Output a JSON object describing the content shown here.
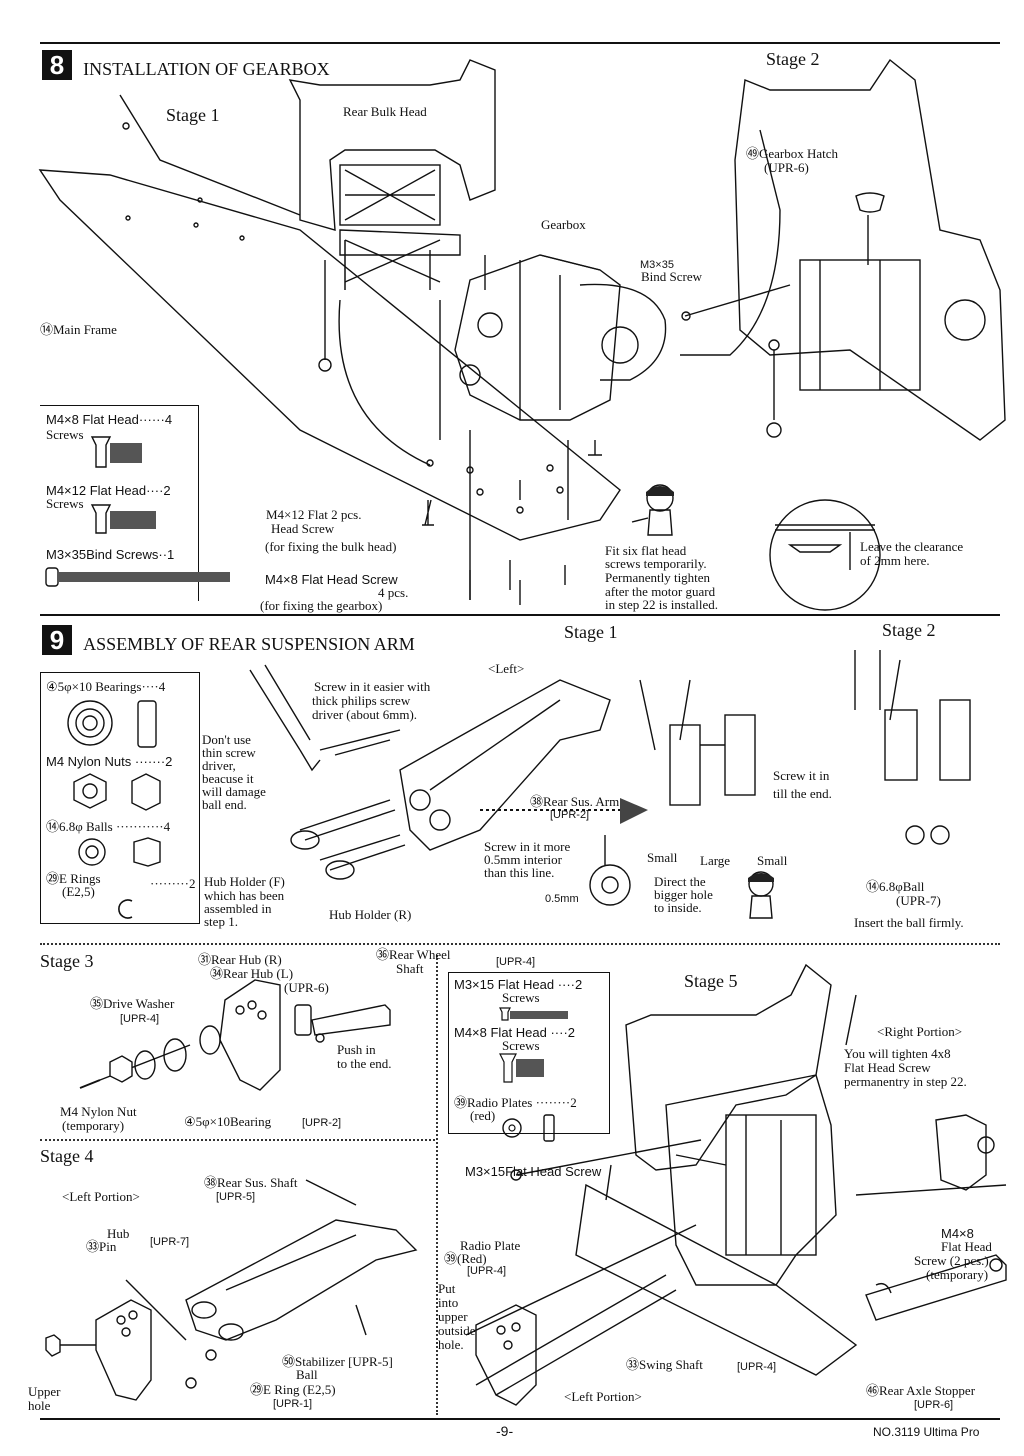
{
  "section8": {
    "number": "8",
    "title": "INSTALLATION OF GEARBOX",
    "stage1": "Stage 1",
    "stage2": "Stage 2",
    "rear_bulk_head": "Rear Bulk Head",
    "gearbox": "Gearbox",
    "main_frame": "⑭Main Frame",
    "gearbox_hatch": "㊾Gearbox Hatch",
    "gearbox_hatch_code": "(UPR-6)",
    "m3x35_bind_screw_l1": "M3×35",
    "m3x35_bind_screw_l2": "Bind Screw",
    "parts_box": {
      "p1_name": "M4×8 Flat Head······4",
      "p1_name2": "Screws",
      "p2_name": "M4×12 Flat Head····2",
      "p2_name2": "Screws",
      "p3_name": "M3×35Bind Screws··1"
    },
    "m4x12_l1": "M4×12 Flat  2 pcs.",
    "m4x12_l2": "Head Screw",
    "m4x12_l3": "(for fixing the bulk head)",
    "m4x8_l1": "M4×8 Flat Head Screw",
    "m4x8_l2": "4 pcs.",
    "m4x8_l3": "(for fixing the gearbox)",
    "tip_l1": "Fit six flat head",
    "tip_l2": "screws temporarily.",
    "tip_l3": "Permanently tighten",
    "tip_l4": "after the motor guard",
    "tip_l5": "in step 22 is installed.",
    "clearance_l1": "Leave the clearance",
    "clearance_l2": "of 2mm here."
  },
  "section9": {
    "number": "9",
    "title": "ASSEMBLY OF REAR SUSPENSION ARM",
    "stage1": "Stage 1",
    "stage2": "Stage 2",
    "stage3": "Stage 3",
    "stage4": "Stage 4",
    "stage5": "Stage 5",
    "parts_box": {
      "p1": "④5φ×10 Bearings····4",
      "p2": "M4 Nylon Nuts ·······2",
      "p3": "⑭6.8φ Balls ···········4",
      "p4_l1": "㉙E Rings",
      "p4_l2": "(E2,5)",
      "p4_qty": "·········2"
    },
    "left": "<Left>",
    "screw_easier_l1": "Screw in it easier with",
    "screw_easier_l2": "thick philips screw",
    "screw_easier_l3": "driver  (about 6mm).",
    "dont_use_l1": "Don't use",
    "dont_use_l2": "thin screw",
    "dont_use_l3": "driver,",
    "dont_use_l4": "beacuse it",
    "dont_use_l5": "will damage",
    "dont_use_l6": "ball end.",
    "rear_sus_arm": "㊳Rear Sus. Arm",
    "rear_sus_arm_code": "[UPR-2]",
    "screw_more_l1": "Screw in it more",
    "screw_more_l2": "0.5mm interior",
    "screw_more_l3": "than this line.",
    "dim_05mm": "0.5mm",
    "hub_holder_f_l1": "Hub Holder (F)",
    "hub_holder_f_l2": "which has been",
    "hub_holder_f_l3": "assembled in",
    "hub_holder_f_l4": "step 1.",
    "hub_holder_r": "Hub Holder (R)",
    "screw_till_l1": "Screw it in",
    "screw_till_l2": "till the end.",
    "small1": "Small",
    "large": "Large",
    "small2": "Small",
    "direct_l1": "Direct the",
    "direct_l2": "bigger hole",
    "direct_l3": "to inside.",
    "ball_l1": "⑭6.8φBall",
    "ball_l2": "(UPR-7)",
    "insert_ball": "Insert the ball firmly.",
    "rear_hub_r": "㉛Rear Hub (R)",
    "rear_hub_l": "㉞Rear Hub (L)",
    "rear_hub_code": "(UPR-6)",
    "rear_wheel_shaft_l1": "㊱Rear Wheel",
    "rear_wheel_shaft_l2": "Shaft",
    "rear_wheel_code": "[UPR-4]",
    "drive_washer": "㉟Drive Washer",
    "drive_washer_code": "[UPR-4]",
    "push_l1": "Push in",
    "push_l2": "to the end.",
    "nylon_nut_l1": "M4 Nylon Nut",
    "nylon_nut_l2": "(temporary)",
    "bearing": "④5φ×10Bearing",
    "bearing_code": "[UPR-2]",
    "left_portion": "<Left Portion>",
    "rear_sus_shaft": "㊳Rear Sus. Shaft",
    "rear_sus_shaft_code": "[UPR-5]",
    "hub_pin_l1": "Hub",
    "hub_pin_l2": "㉝Pin",
    "hub_pin_code": "[UPR-7]",
    "stabilizer_l1": "㊿Stabilizer [UPR-5]",
    "stabilizer_l2": "Ball",
    "e_ring": "㉙E Ring (E2,5)",
    "e_ring_code": "[UPR-1]",
    "upper_hole_l1": "Upper",
    "upper_hole_l2": "hole",
    "stage5_box": {
      "p1_l1": "M3×15 Flat Head ····2",
      "p1_l2": "Screws",
      "p2_l1": "M4×8 Flat Head ····2",
      "p2_l2": "Screws",
      "p3_l1": "㊴Radio Plates ········2",
      "p3_l2": "(red)"
    },
    "right_portion": "<Right Portion>",
    "tighten_l1": "You will tighten 4x8",
    "tighten_l2": "Flat Head Screw",
    "tighten_l3": "permanentry in step 22.",
    "m3x15_flat": "M3×15Flat Head Screw",
    "radio_plate_l1": "Radio Plate",
    "radio_plate_l2": "㊴(Red)",
    "radio_plate_code": "[UPR-4]",
    "put_l1": "Put",
    "put_l2": "into",
    "put_l3": "upper",
    "put_l4": "outside",
    "put_l5": "hole.",
    "m4x8_l1": "M4×8",
    "m4x8_l2": "Flat Head",
    "m4x8_l3": "Screw (2 pcs.)",
    "m4x8_l4": "(temporary)",
    "swing_shaft": "㉝Swing Shaft",
    "swing_shaft_code": "[UPR-4]",
    "left_portion5": "<Left Portion>",
    "rear_axle_stopper": "㊻Rear Axle Stopper",
    "rear_axle_code": "[UPR-6]"
  },
  "footer": {
    "page": "-9-",
    "model": "NO.3119 Ultima Pro"
  }
}
